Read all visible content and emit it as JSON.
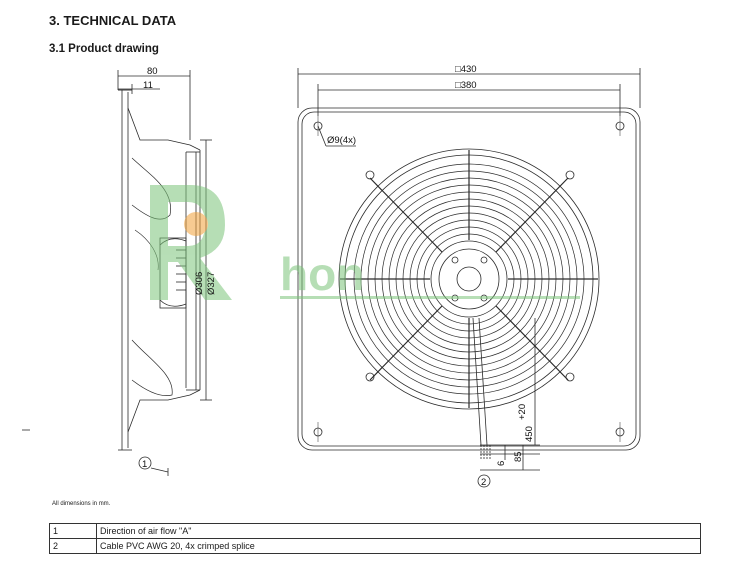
{
  "section_title": "3. TECHNICAL DATA",
  "subsection_title": "3.1 Product drawing",
  "dimensions": {
    "side_width": "80",
    "side_offset": "11",
    "diameter_inner": "Ø306",
    "diameter_outer": "Ø327",
    "square_outer": "□430",
    "square_inner": "□380",
    "hole": "Ø9(4x)",
    "cable_length": "450",
    "cable_tolerance": "+20",
    "cable_strip_a": "6",
    "cable_strip_b": "85"
  },
  "callouts": {
    "one": "1",
    "two": "2"
  },
  "watermark": {
    "text": "hon"
  },
  "note": "All dimensions in mm.",
  "legend": [
    {
      "num": "1",
      "text": "Direction of air flow \"A\""
    },
    {
      "num": "2",
      "text": "Cable PVC AWG 20, 4x crimped splice"
    }
  ],
  "colors": {
    "line": "#2b2b2b",
    "watermark_green": "#7cc47a",
    "watermark_orange": "#f2a23a"
  }
}
